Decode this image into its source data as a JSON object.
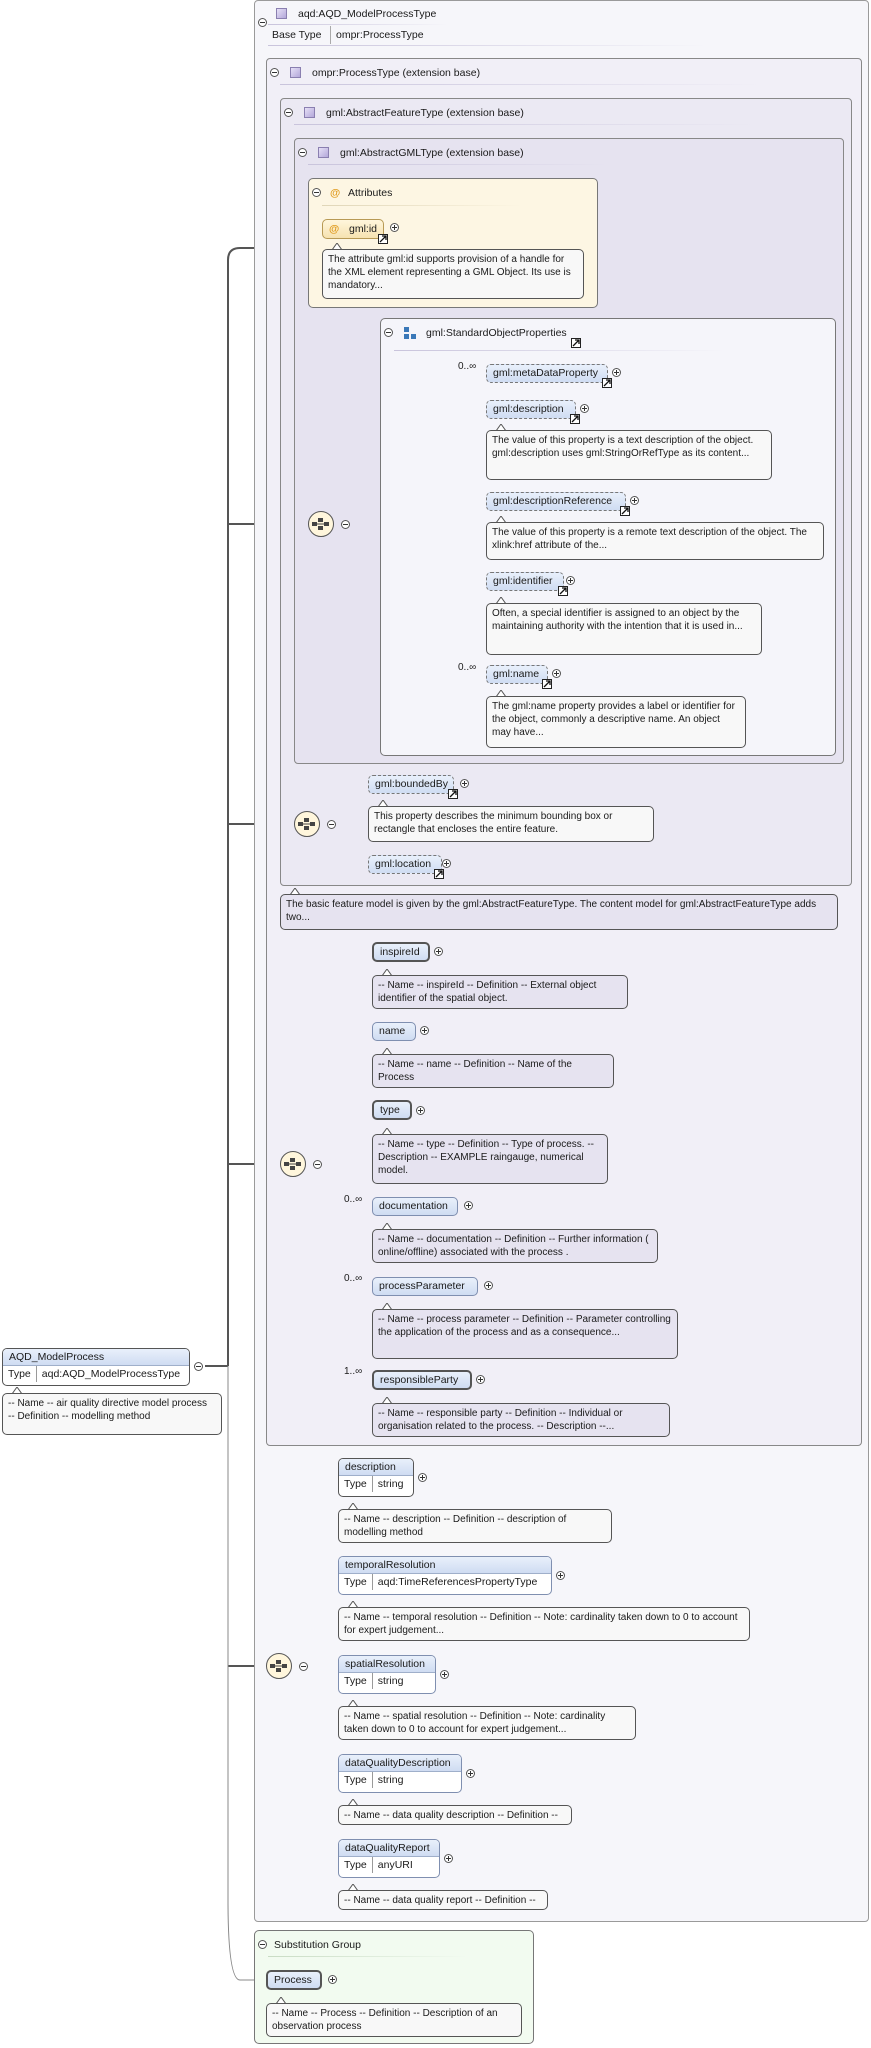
{
  "root": {
    "name": "AQD_ModelProcess",
    "type_label": "Type",
    "type_value": "aqd:AQD_ModelProcessType",
    "doc": "-- Name -- air quality directive model process\n-- Definition -- modelling method"
  },
  "complex_type": {
    "title": "aqd:AQD_ModelProcessType",
    "base_label": "Base Type",
    "base_value": "ompr:ProcessType"
  },
  "process_type": {
    "title": "ompr:ProcessType (extension base)"
  },
  "abstract_feature": {
    "title": "gml:AbstractFeatureType (extension base)",
    "doc": "The basic feature model is given by the gml:AbstractFeatureType. The content model for gml:AbstractFeatureType adds two..."
  },
  "abstract_gml": {
    "title": "gml:AbstractGMLType (extension base)"
  },
  "attributes": {
    "title": "Attributes",
    "at_symbol": "@",
    "id_name": "gml:id",
    "id_doc": "The attribute gml:id supports provision of a handle for the XML element representing a GML Object. Its use is mandatory..."
  },
  "standard_object_properties": {
    "title": "gml:StandardObjectProperties",
    "items": [
      {
        "name": "gml:metaDataProperty",
        "card": "0..∞",
        "doc": ""
      },
      {
        "name": "gml:description",
        "card": "",
        "doc": "The value of this property is a text description of the object. gml:description uses gml:StringOrRefType as its content..."
      },
      {
        "name": "gml:descriptionReference",
        "card": "",
        "doc": "The value of this property is a remote text description of the object. The xlink:href attribute of the..."
      },
      {
        "name": "gml:identifier",
        "card": "",
        "doc": "Often, a special identifier is assigned to an object by the maintaining authority with the intention that it is used in..."
      },
      {
        "name": "gml:name",
        "card": "0..∞",
        "doc": "The gml:name property provides a label or identifier for the object, commonly a descriptive name. An object may have..."
      }
    ]
  },
  "feature_props": [
    {
      "name": "gml:boundedBy",
      "doc": "This property describes the minimum bounding box or rectangle that encloses the entire feature."
    },
    {
      "name": "gml:location",
      "doc": ""
    }
  ],
  "process_props": [
    {
      "name": "inspireId",
      "card": "",
      "doc": "-- Name -- inspireId -- Definition -- External object identifier of the spatial object."
    },
    {
      "name": "name",
      "card": "",
      "doc": "-- Name -- name -- Definition -- Name of the Process"
    },
    {
      "name": "type",
      "card": "",
      "doc": "-- Name -- type -- Definition -- Type of process. -- Description -- EXAMPLE raingauge, numerical model."
    },
    {
      "name": "documentation",
      "card": "0..∞",
      "doc": "-- Name -- documentation -- Definition -- Further information ( online/offline) associated with the process ."
    },
    {
      "name": "processParameter",
      "card": "0..∞",
      "doc": "-- Name -- process parameter -- Definition -- Parameter controlling the application of the process and as a consequence..."
    },
    {
      "name": "responsibleParty",
      "card": "1..∞",
      "doc": "-- Name -- responsible party -- Definition -- Individual or organisation related to the process. -- Description --..."
    }
  ],
  "model_props": [
    {
      "name": "description",
      "type_label": "Type",
      "type_value": "string",
      "doc": "-- Name -- description -- Definition -- description of modelling method"
    },
    {
      "name": "temporalResolution",
      "type_label": "Type",
      "type_value": "aqd:TimeReferencesPropertyType",
      "doc": "-- Name -- temporal resolution -- Definition -- Note: cardinality taken down to 0 to account for expert judgement..."
    },
    {
      "name": "spatialResolution",
      "type_label": "Type",
      "type_value": "string",
      "doc": "-- Name -- spatial resolution -- Definition -- Note: cardinality taken down to 0 to account for expert judgement..."
    },
    {
      "name": "dataQualityDescription",
      "type_label": "Type",
      "type_value": "string",
      "doc": "-- Name -- data quality description -- Definition --"
    },
    {
      "name": "dataQualityReport",
      "type_label": "Type",
      "type_value": "anyURI",
      "doc": "-- Name -- data quality report -- Definition --"
    }
  ],
  "substitution": {
    "title": "Substitution Group",
    "name": "Process",
    "doc": "-- Name -- Process -- Definition -- Description of an observation process"
  },
  "colors": {
    "element_fill": "#cfdcf2",
    "attribute_fill": "#fdf6e3",
    "substitution_fill": "#f2fbf0"
  }
}
